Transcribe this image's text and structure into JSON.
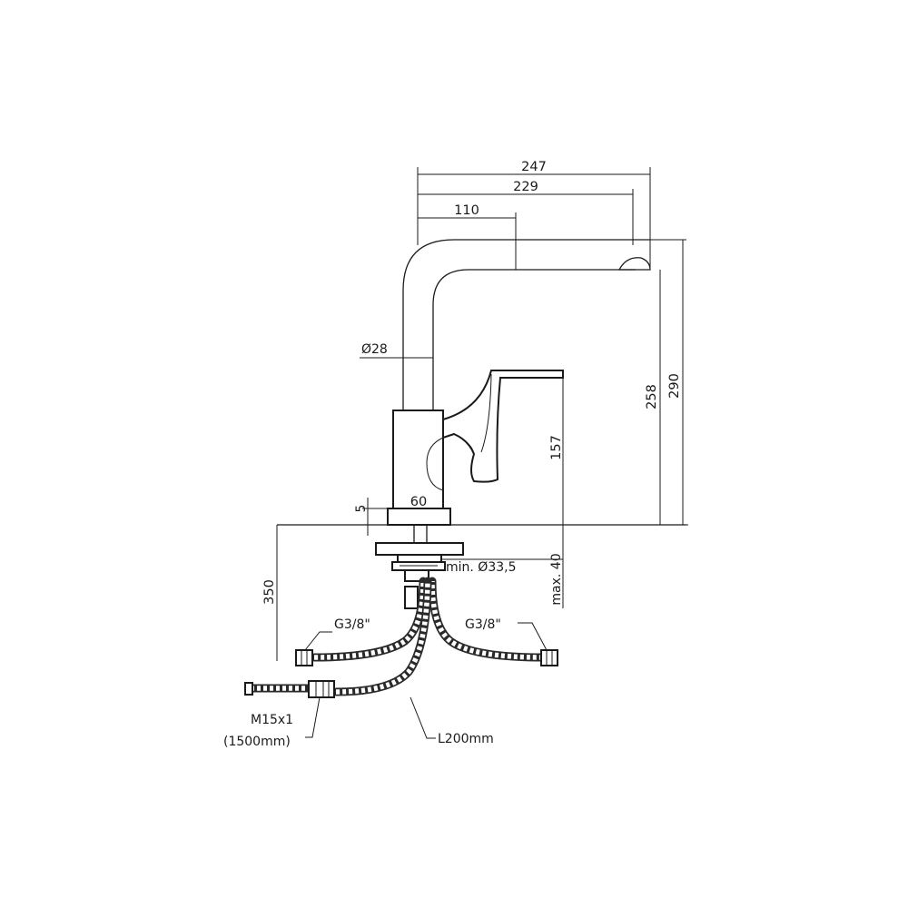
{
  "dimensions": {
    "overall_reach": "247",
    "spout_reach": "229",
    "spout_offset": "110",
    "spout_diameter": "Ø28",
    "spout_height": "258",
    "overall_height": "290",
    "handle_height": "157",
    "base_width": "60",
    "base_thickness": "5",
    "hole_diameter": "min. Ø33,5",
    "deck_thickness": "max. 40",
    "hose_drop": "350",
    "inlet_thread_left": "G3/8\"",
    "inlet_thread_right": "G3/8\"",
    "pull_hose_thread": "M15x1",
    "pull_hose_length": "(1500mm)",
    "supply_hose_length": "L200mm"
  }
}
